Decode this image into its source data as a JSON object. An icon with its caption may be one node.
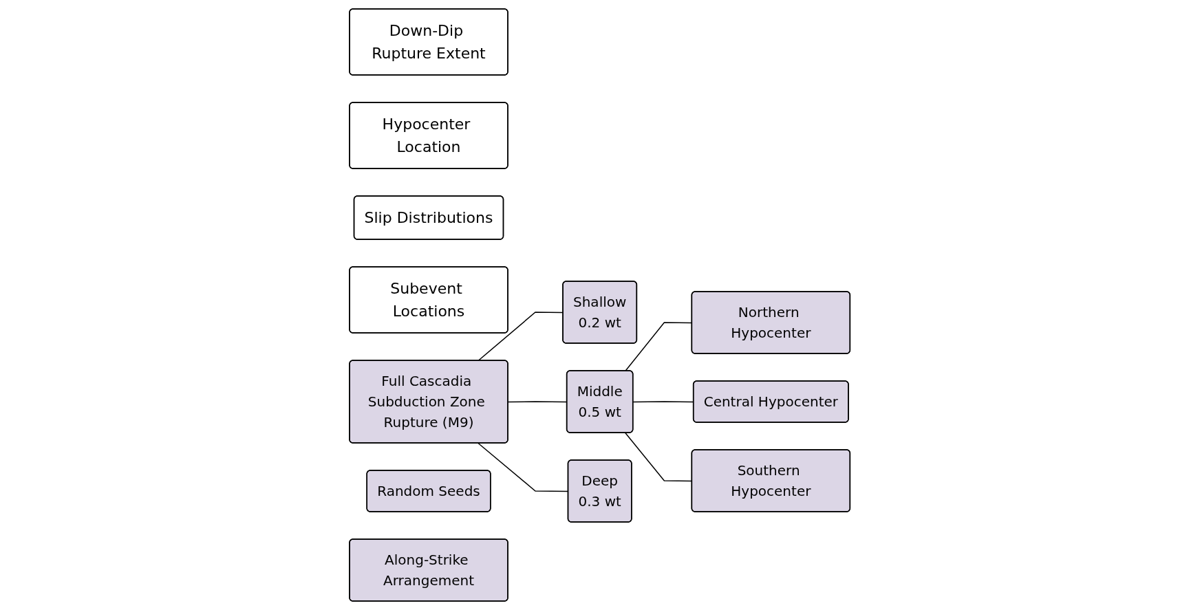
{
  "diagram": {
    "nodes": [
      {
        "text": [
          "Down-Dip Rupture Extent"
        ]
      },
      {
        "text": [
          "Hypocenter Location"
        ]
      },
      {
        "text": [
          "Slip Distributions"
        ]
      },
      {
        "text": [
          "Subevent Locations"
        ]
      },
      {
        "text": [
          "Full Cascadia Subduction Zone Rupture (M9)"
        ]
      },
      {
        "text": [
          "Shallow",
          "0.2 wt"
        ]
      },
      {
        "text": [
          "Middle",
          "0.5 wt"
        ]
      },
      {
        "text": [
          "Deep",
          "0.3 wt"
        ]
      },
      {
        "text": [
          "Northern Hypocenter"
        ]
      },
      {
        "text": [
          "Central Hypocenter"
        ]
      },
      {
        "text": [
          "Southern Hypocenter"
        ]
      },
      {
        "text": [
          "Random Seeds"
        ]
      },
      {
        "text": [
          "Along-Strike Arrangement"
        ]
      }
    ],
    "edges": [
      {
        "from": 4,
        "to": 5,
        "arrow": "none"
      },
      {
        "from": 4,
        "to": 6,
        "arrow": "none"
      },
      {
        "from": 4,
        "to": 7,
        "arrow": "none"
      },
      {
        "from": 6,
        "to": 8,
        "arrow": "none"
      },
      {
        "from": 6,
        "to": 9,
        "arrow": "none"
      },
      {
        "from": 6,
        "to": 10,
        "arrow": "none"
      }
    ]
  }
}
